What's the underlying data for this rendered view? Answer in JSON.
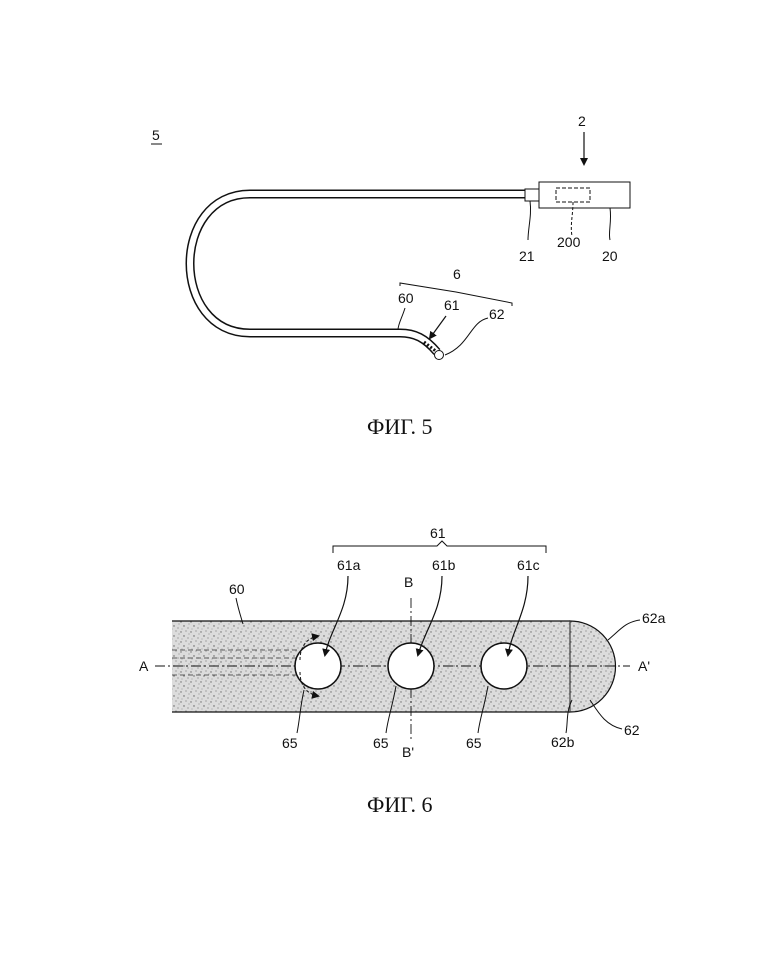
{
  "fig5": {
    "caption": "ФИГ. 5",
    "labels": {
      "assembly": "5",
      "device": "2",
      "connector": "21",
      "component": "200",
      "housing": "20",
      "distal_group": "6",
      "shaft": "60",
      "window_section": "61",
      "tip": "62"
    }
  },
  "fig6": {
    "caption": "ФИГ. 6",
    "labels": {
      "group": "61",
      "win_a": "61a",
      "win_b": "61b",
      "win_c": "61c",
      "section_b_top": "B",
      "section_b_bottom": "B'",
      "section_a_left": "A",
      "section_a_right": "A'",
      "shaft": "60",
      "tip_curve": "62a",
      "tip": "62",
      "tip_boundary": "62b",
      "hole_1": "65",
      "hole_2": "65",
      "hole_3": "65"
    }
  }
}
